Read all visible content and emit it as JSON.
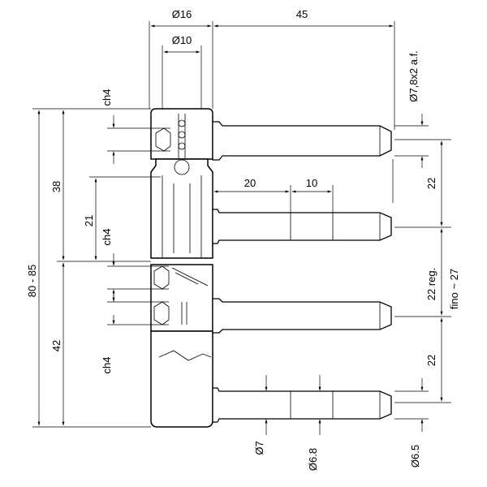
{
  "drawing": {
    "dims": {
      "d16": "Ø16",
      "d10": "Ø10",
      "l45": "45",
      "d78": "Ø7,8x2 a.f.",
      "l20": "20",
      "l10": "10",
      "v22a": "22",
      "v22b": "22 reg.",
      "v27": "fino ~ 27",
      "v22c": "22",
      "v38": "38",
      "v21": "21",
      "v42": "42",
      "v8085": "80 - 85",
      "ch4a": "ch4",
      "ch4b": "ch4",
      "ch4c": "ch4",
      "d7": "Ø7",
      "d68": "Ø6.8",
      "d65": "Ø6.5"
    }
  }
}
